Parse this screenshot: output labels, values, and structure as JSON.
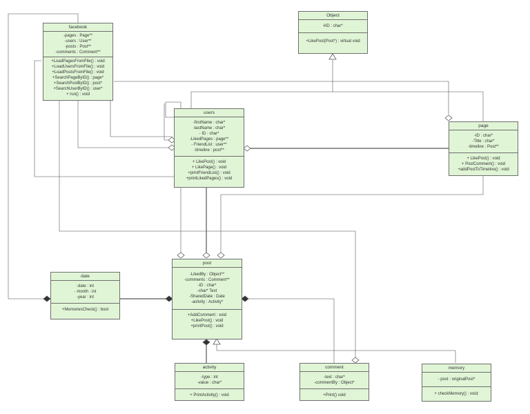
{
  "colors": {
    "fill": "#e0f5d6",
    "border": "#6e6e6e",
    "line": "#555555",
    "text": "#333333"
  },
  "classes": {
    "facebook": {
      "name": "facebook",
      "attributes": [
        "-pages : Page**",
        "-users : User**",
        "-posts : Post**",
        "-comments : Comment**"
      ],
      "methods": [
        "+LoadPagesFromFile() : void",
        "+LoadUsersFromFile() : void",
        "+LoadPostsFromFile() : void",
        "+SearchPageByID() : page*",
        "+SearchPostByID() : post*",
        "+SearchUserByID() : user*",
        "+ run() : void"
      ]
    },
    "object": {
      "name": "Object",
      "attributes": [
        "#ID : char*"
      ],
      "methods": [
        "+LikePost(Post*) : virtual void"
      ]
    },
    "users": {
      "name": "users",
      "attributes": [
        "-firstName : char*",
        "-lastName : char*",
        "- ID : char*",
        "-LikedPages : page**",
        "- FriendList : user**",
        "-timeline : post**"
      ],
      "methods": [
        "+ LikePost() : void",
        "+ LikePage() : void",
        "+printFriendList() : void",
        "+printLikedPages() : void"
      ]
    },
    "page": {
      "name": "page",
      "attributes": [
        "-ID : char*",
        "-Title : char*",
        "-timeline : Post**"
      ],
      "methods": [
        "+ LikePost() : void",
        "+ PostComment() : void",
        "+addPostToTimeline() : void"
      ]
    },
    "date": {
      "name": "date",
      "attributes": [
        "-date : int",
        "- month : int",
        "-year : int"
      ],
      "methods": [
        "+MemoriesCheck() : bool"
      ]
    },
    "post": {
      "name": "post",
      "attributes": [
        "-LikedBy : Object**",
        "-comments : Comment**",
        "-ID : char*",
        "-char* Text",
        "-SharedDate : Date",
        "-activity : Activity*"
      ],
      "methods": [
        "+AddComment : void",
        "+LikePost() : void",
        "+printPost() : void"
      ]
    },
    "activity": {
      "name": "activity",
      "attributes": [
        "-type : int",
        "-value : char*"
      ],
      "methods": [
        "+ PrintActivity() : void"
      ]
    },
    "comment": {
      "name": "comment",
      "attributes": [
        "-text : char*",
        "-commentBy : Object*"
      ],
      "methods": [
        "+Print() void"
      ]
    },
    "memory": {
      "name": "memory",
      "attributes": [
        "- post : originalPost*"
      ],
      "methods": [
        "+ checkMemory() : void;"
      ]
    }
  }
}
